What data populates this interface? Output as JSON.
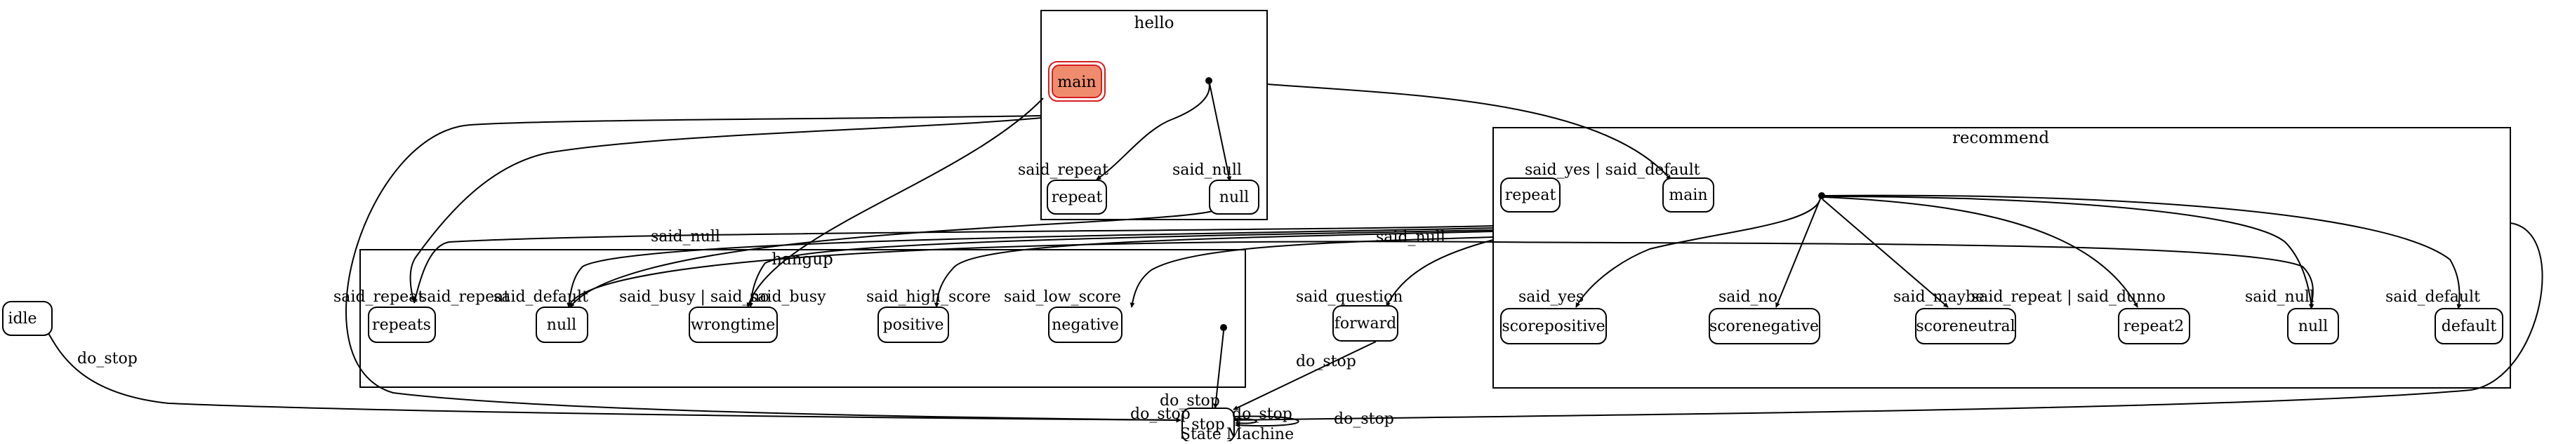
{
  "diagram": {
    "caption": "State Machine",
    "clusters": {
      "hello": "hello",
      "recommend": "recommend",
      "hangup": "hangup"
    },
    "nodes": {
      "hello_main": "main",
      "hello_repeat": "repeat",
      "hello_null": "null",
      "rec_repeat": "repeat",
      "rec_main": "main",
      "rec_scorepositive": "scorepositive",
      "rec_scorenegative": "scorenegative",
      "rec_scoreneutral": "scoreneutral",
      "rec_repeat2": "repeat2",
      "rec_null": "null",
      "rec_default": "default",
      "hang_repeats": "repeats",
      "hang_null": "null",
      "hang_wrongtime": "wrongtime",
      "hang_positive": "positive",
      "hang_negative": "negative",
      "idle": "idle",
      "forward": "forward",
      "stop": "stop"
    },
    "edge_labels": {
      "said_repeat_hello": "said_repeat",
      "said_null_hello": "said_null",
      "said_yes_default": "said_yes | said_default",
      "said_null_a": "said_null",
      "said_null_b": "said_null",
      "said_repeat_a": "said_repeat",
      "said_repeat_b": "said_repeat",
      "said_default": "said_default",
      "said_busy_said_no": "said_busy | said_no",
      "said_busy": "said_busy",
      "said_high_score": "said_high_score",
      "said_low_score": "said_low_score",
      "said_question": "said_question",
      "said_yes": "said_yes",
      "said_no": "said_no",
      "said_maybe": "said_maybe",
      "said_repeat_dunno": "said_repeat | said_dunno",
      "said_null_rec": "said_null",
      "said_default_rec": "said_default",
      "do_stop_idle": "do_stop",
      "do_stop_forward": "do_stop",
      "do_stop_hangup": "do_stop",
      "do_stop_left": "do_stop",
      "do_stop_self_a": "do_stop",
      "do_stop_self_b": "do_stop"
    }
  },
  "colors": {
    "initial_state_fill": "#f08c6e",
    "initial_state_stroke": "#d61c1c",
    "line": "#000000"
  }
}
